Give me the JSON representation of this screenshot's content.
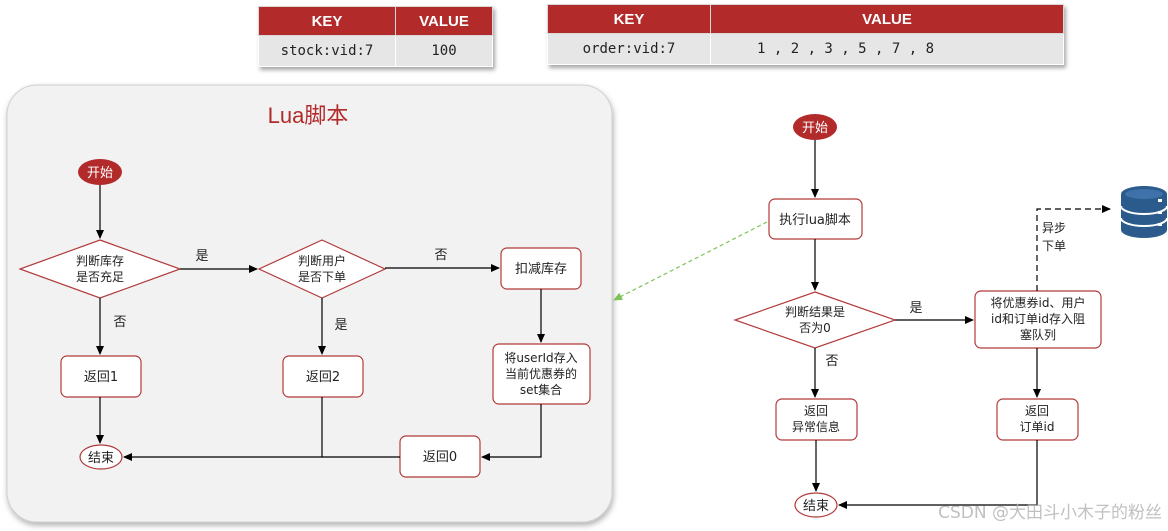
{
  "tables": {
    "stock": {
      "key_header": "KEY",
      "value_header": "VALUE",
      "key": "stock:vid:7",
      "value": "100"
    },
    "order": {
      "key_header": "KEY",
      "value_header": "VALUE",
      "key": "order:vid:7",
      "value": "1 , 2 , 3 , 5 , 7 , 8"
    }
  },
  "lua_panel": {
    "title": "Lua脚本",
    "start": "开始",
    "check_stock": [
      "判断库存",
      "是否充足"
    ],
    "check_user": [
      "判断用户",
      "是否下单"
    ],
    "deduct_stock": "扣减库存",
    "save_user": [
      "将userId存入",
      "当前优惠券的",
      "set集合"
    ],
    "return1": "返回1",
    "return2": "返回2",
    "return0": "返回0",
    "end": "结束",
    "label_yes_1": "是",
    "label_no_1": "否",
    "label_yes_2": "是",
    "label_no_2": "否"
  },
  "right_flow": {
    "start": "开始",
    "exec_lua": "执行lua脚本",
    "check_result": [
      "判断结果是",
      "否为0"
    ],
    "enqueue": [
      "将优惠券id、用户",
      "id和订单id存入阻",
      "塞队列"
    ],
    "return_error": [
      "返回",
      "异常信息"
    ],
    "return_order": [
      "返回",
      "订单id"
    ],
    "end": "结束",
    "label_yes": "是",
    "label_no": "否",
    "async_label": [
      "异步",
      "下单"
    ]
  },
  "database_icon": "database-icon",
  "watermark": "CSDN @大田斗小木子的粉丝",
  "colors": {
    "accent": "#b22a2a",
    "node_border": "#b23a3a",
    "panel_bg": "#f2f2f2",
    "link_green": "#7cc35a"
  }
}
